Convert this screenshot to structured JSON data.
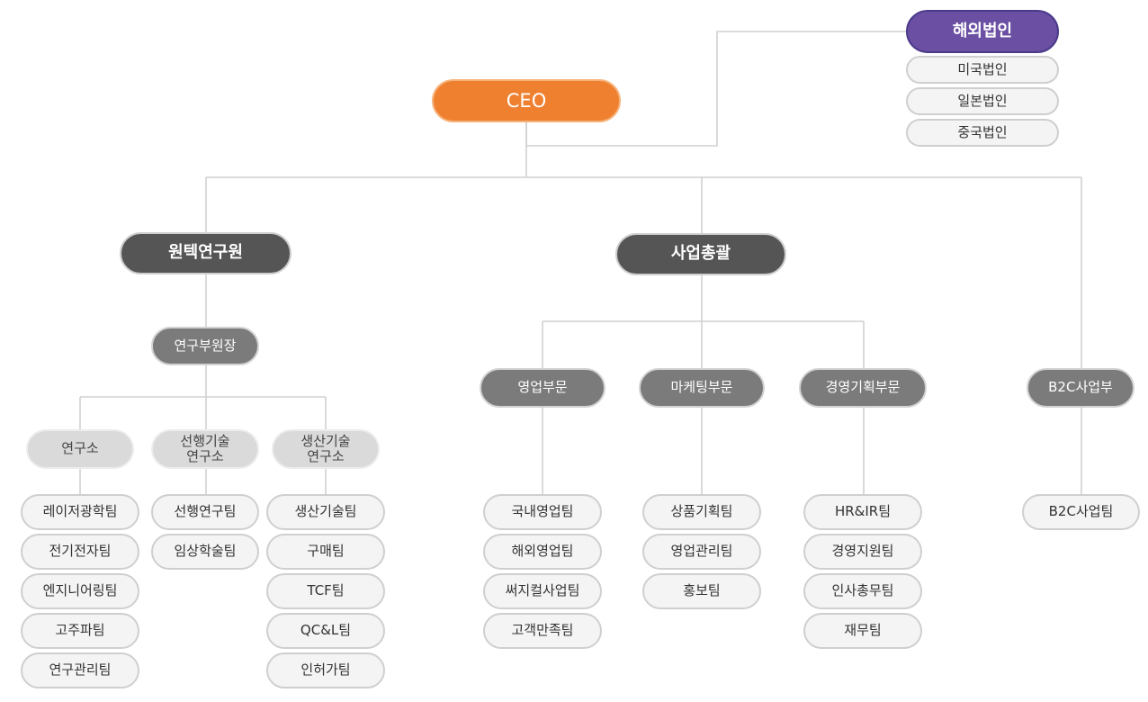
{
  "ceo": "CEO",
  "overseas": {
    "title": "해외법인",
    "items": [
      "미국법인",
      "일본법인",
      "중국법인"
    ]
  },
  "wontech": {
    "title": "원텍연구원",
    "vice": "연구부원장",
    "labs": [
      {
        "name": "연구소",
        "teams": [
          "레이저광학팀",
          "전기전자팀",
          "엔지니어링팀",
          "고주파팀",
          "연구관리팀"
        ]
      },
      {
        "name": "선행기술\n연구소",
        "teams": [
          "선행연구팀",
          "임상학술팀"
        ]
      },
      {
        "name": "생산기술\n연구소",
        "teams": [
          "생산기술팀",
          "구매팀",
          "TCF팀",
          "QC&L팀",
          "인허가팀"
        ]
      }
    ]
  },
  "business": {
    "title": "사업총괄",
    "divisions": [
      {
        "name": "영업부문",
        "teams": [
          "국내영업팀",
          "해외영업팀",
          "써지컬사업팀",
          "고객만족팀"
        ]
      },
      {
        "name": "마케팅부문",
        "teams": [
          "상품기획팀",
          "영업관리팀",
          "홍보팀"
        ]
      },
      {
        "name": "경영기획부문",
        "teams": [
          "HR&IR팀",
          "경영지원팀",
          "인사총무팀",
          "재무팀"
        ]
      }
    ]
  },
  "b2c": {
    "title": "B2C사업부",
    "teams": [
      "B2C사업팀"
    ]
  },
  "colors": {
    "ceo": "#ef8030",
    "overseas": "#6a4fa3",
    "dark": "#555555",
    "mid": "#7b7b7b",
    "light": "#dadada",
    "line": "#d0d0d0"
  }
}
